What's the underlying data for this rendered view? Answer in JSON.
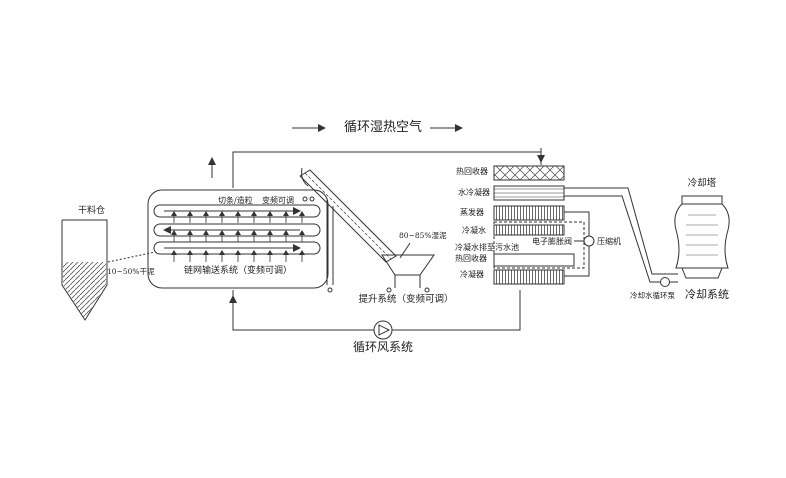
{
  "diagram": {
    "title": "循环湿热空气",
    "labels": {
      "silo": "干料仓",
      "dry_sludge": "10~50%干泥",
      "cut_granulate": "切条/造粒",
      "freq_control_1": "变频可调",
      "conveyor": "链网输送系统（变频可调）",
      "wet_sludge": "80~85%湿泥",
      "lift": "提升系统（变频可调）",
      "heat_recovery_1": "热回收器",
      "water_condenser": "水冷凝器",
      "evaporator": "蒸发器",
      "condensate": "冷凝水",
      "condensate_drain": "冷凝水排至污水池",
      "expansion_valve": "电子膨胀阀",
      "compressor": "压缩机",
      "heat_recovery_2": "热回收器",
      "condenser": "冷凝器",
      "cooling_tower": "冷却塔",
      "cooling_pump": "冷却水循环泵",
      "cooling_system": "冷却系统",
      "circulation_fan": "循环风系统"
    }
  }
}
